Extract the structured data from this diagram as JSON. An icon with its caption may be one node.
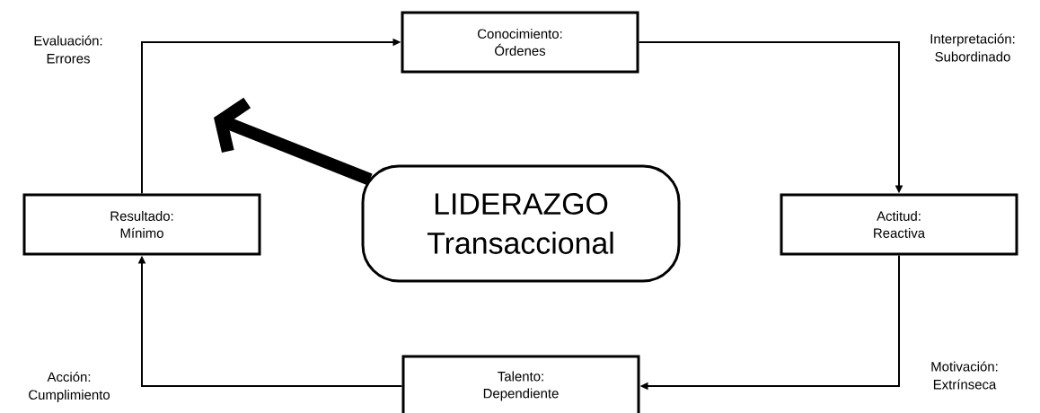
{
  "diagram": {
    "nodes": [
      {
        "text": [
          "Conocimiento: Órdenes"
        ]
      },
      {
        "text": [
          "Actitud: Reactiva"
        ]
      },
      {
        "text": [
          "Talento: Dependiente"
        ]
      },
      {
        "text": [
          "Resultado: Mínimo"
        ]
      },
      {
        "text": [
          "LIDERAZGO Transaccional"
        ]
      }
    ],
    "edges": [
      {
        "from": 3,
        "to": 0,
        "arrow": "to",
        "label": "Evaluación: Errores"
      },
      {
        "from": 0,
        "to": 1,
        "arrow": "to",
        "label": "Interpretación: Subordinado"
      },
      {
        "from": 1,
        "to": 2,
        "arrow": "to",
        "label": "Motivación: Extrínseca"
      },
      {
        "from": 2,
        "to": 3,
        "arrow": "to",
        "label": "Acción: Cumplimiento"
      },
      {
        "from": 4,
        "to": null,
        "arrow": "to",
        "style": "thick"
      }
    ]
  }
}
